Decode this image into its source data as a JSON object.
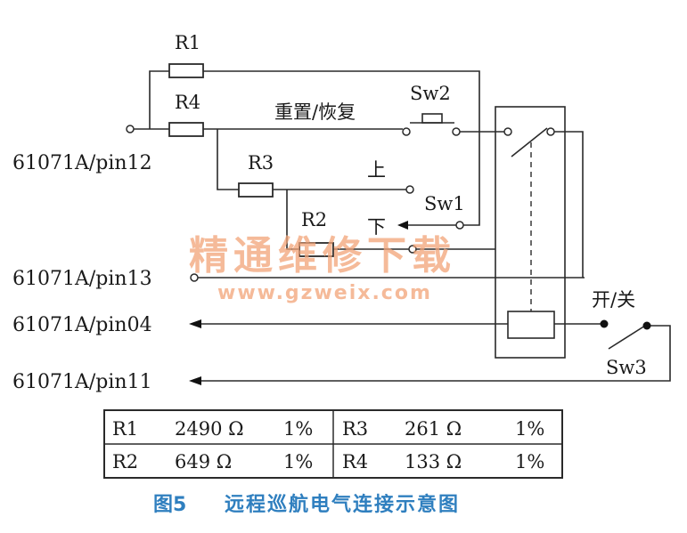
{
  "diagram": {
    "pins": {
      "pin12": "61071A/pin12",
      "pin13": "61071A/pin13",
      "pin04": "61071A/pin04",
      "pin11": "61071A/pin11"
    },
    "resistors": {
      "r1": "R1",
      "r4": "R4",
      "r3": "R3",
      "r2": "R2"
    },
    "labels": {
      "reset_resume": "重置/恢复",
      "up": "上",
      "down": "下",
      "on_off": "开/关"
    },
    "switches": {
      "sw1": "Sw1",
      "sw2": "Sw2",
      "sw3": "Sw3"
    }
  },
  "table": {
    "rows": [
      [
        {
          "name": "R1",
          "value": "2490 Ω",
          "tol": "1%"
        },
        {
          "name": "R3",
          "value": "261 Ω",
          "tol": "1%"
        }
      ],
      [
        {
          "name": "R2",
          "value": "649 Ω",
          "tol": "1%"
        },
        {
          "name": "R4",
          "value": "133 Ω",
          "tol": "1%"
        }
      ]
    ]
  },
  "watermark": {
    "line1": "精通维修下载",
    "line2": "www.gzweix.com"
  },
  "caption": {
    "fig": "图5",
    "text": "远程巡航电气连接示意图"
  },
  "colors": {
    "caption": "#2f7fbf",
    "watermark": "#f2a478",
    "line": "#2a2a2a"
  }
}
